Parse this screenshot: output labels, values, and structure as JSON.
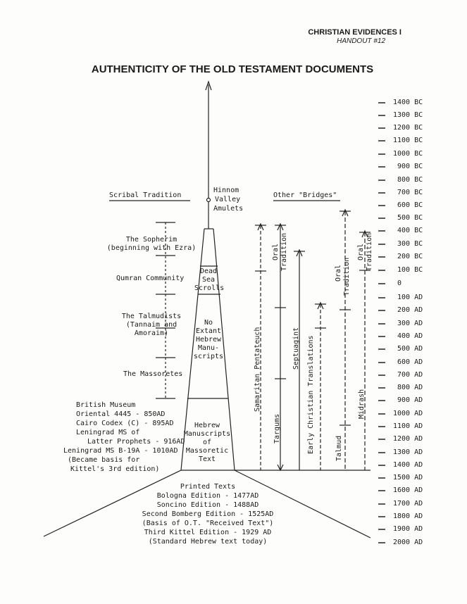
{
  "header": {
    "course": "CHRISTIAN EVIDENCES I",
    "handout": "HANDOUT #12",
    "title": "AUTHENTICITY OF THE OLD TESTAMENT DOCUMENTS"
  },
  "timeline": [
    "1400 BC",
    "1300 BC",
    "1200 BC",
    "1100 BC",
    "1000 BC",
    "900 BC",
    "800 BC",
    "700 BC",
    "600 BC",
    "500 BC",
    "400 BC",
    "300 BC",
    "200 BC",
    "100 BC",
    "0",
    "100 AD",
    "200 AD",
    "300 AD",
    "400 AD",
    "500 AD",
    "600 AD",
    "700 AD",
    "800 AD",
    "900 AD",
    "1000 AD",
    "1100 AD",
    "1200 AD",
    "1300 AD",
    "1400 AD",
    "1500 AD",
    "1600 AD",
    "1700 AD",
    "1800 AD",
    "1900 AD",
    "2000 AD"
  ],
  "column_heads": {
    "scribal": "Scribal Tradition",
    "bridges": "Other \"Bridges\""
  },
  "hinnom": [
    "Hinnom",
    "Valley",
    "Amulets"
  ],
  "scribal": {
    "sopherim": [
      "The Sopherim",
      "(beginning  with Ezra)"
    ],
    "qumran": "Qumran Community",
    "talmudists": [
      "The Talmudists",
      "(Tannaim and",
      "Amoraim)"
    ],
    "massoretes": "The Massoretes"
  },
  "tower": {
    "dss": [
      "Dead",
      "Sea",
      "Scrolls"
    ],
    "no_extant": [
      "No",
      "Extant",
      "Hebrew",
      "Manu-",
      "scripts"
    ],
    "hebrew_mss": [
      "Hebrew",
      "Manuscripts",
      "of",
      "Massoretic",
      "Text"
    ]
  },
  "manuscripts": [
    "British Museum",
    "Oriental 4445   -   850AD",
    "Cairo Codex (C)  -   895AD",
    "Leningrad MS of",
    "Latter Prophets -  916AD",
    "Leningrad MS B-19A - 1010AD",
    "(Became basis for",
    "Kittel's 3rd edition)"
  ],
  "printed": [
    "Printed Texts",
    "Bologna Edition - 1477AD",
    "Soncino Edition - 1488AD",
    "Second Bomberg Edition - 1525AD",
    "(Basis of O.T. \"Received Text\")",
    "Third Kittel Edition - 1929 AD",
    "(Standard Hebrew text today)"
  ],
  "bridges": {
    "samaritan": "Samaritan Pentateuch",
    "targums": "Targums",
    "oral1": [
      "Oral",
      "Tradition"
    ],
    "septuagint": "Septuagint",
    "early_christian": "Early Christian Translations",
    "talmud": "Talmud",
    "oral2": [
      "Oral",
      "Tradition"
    ],
    "midrash": "Midrash",
    "oral3": [
      "Oral",
      "Tradition"
    ]
  }
}
